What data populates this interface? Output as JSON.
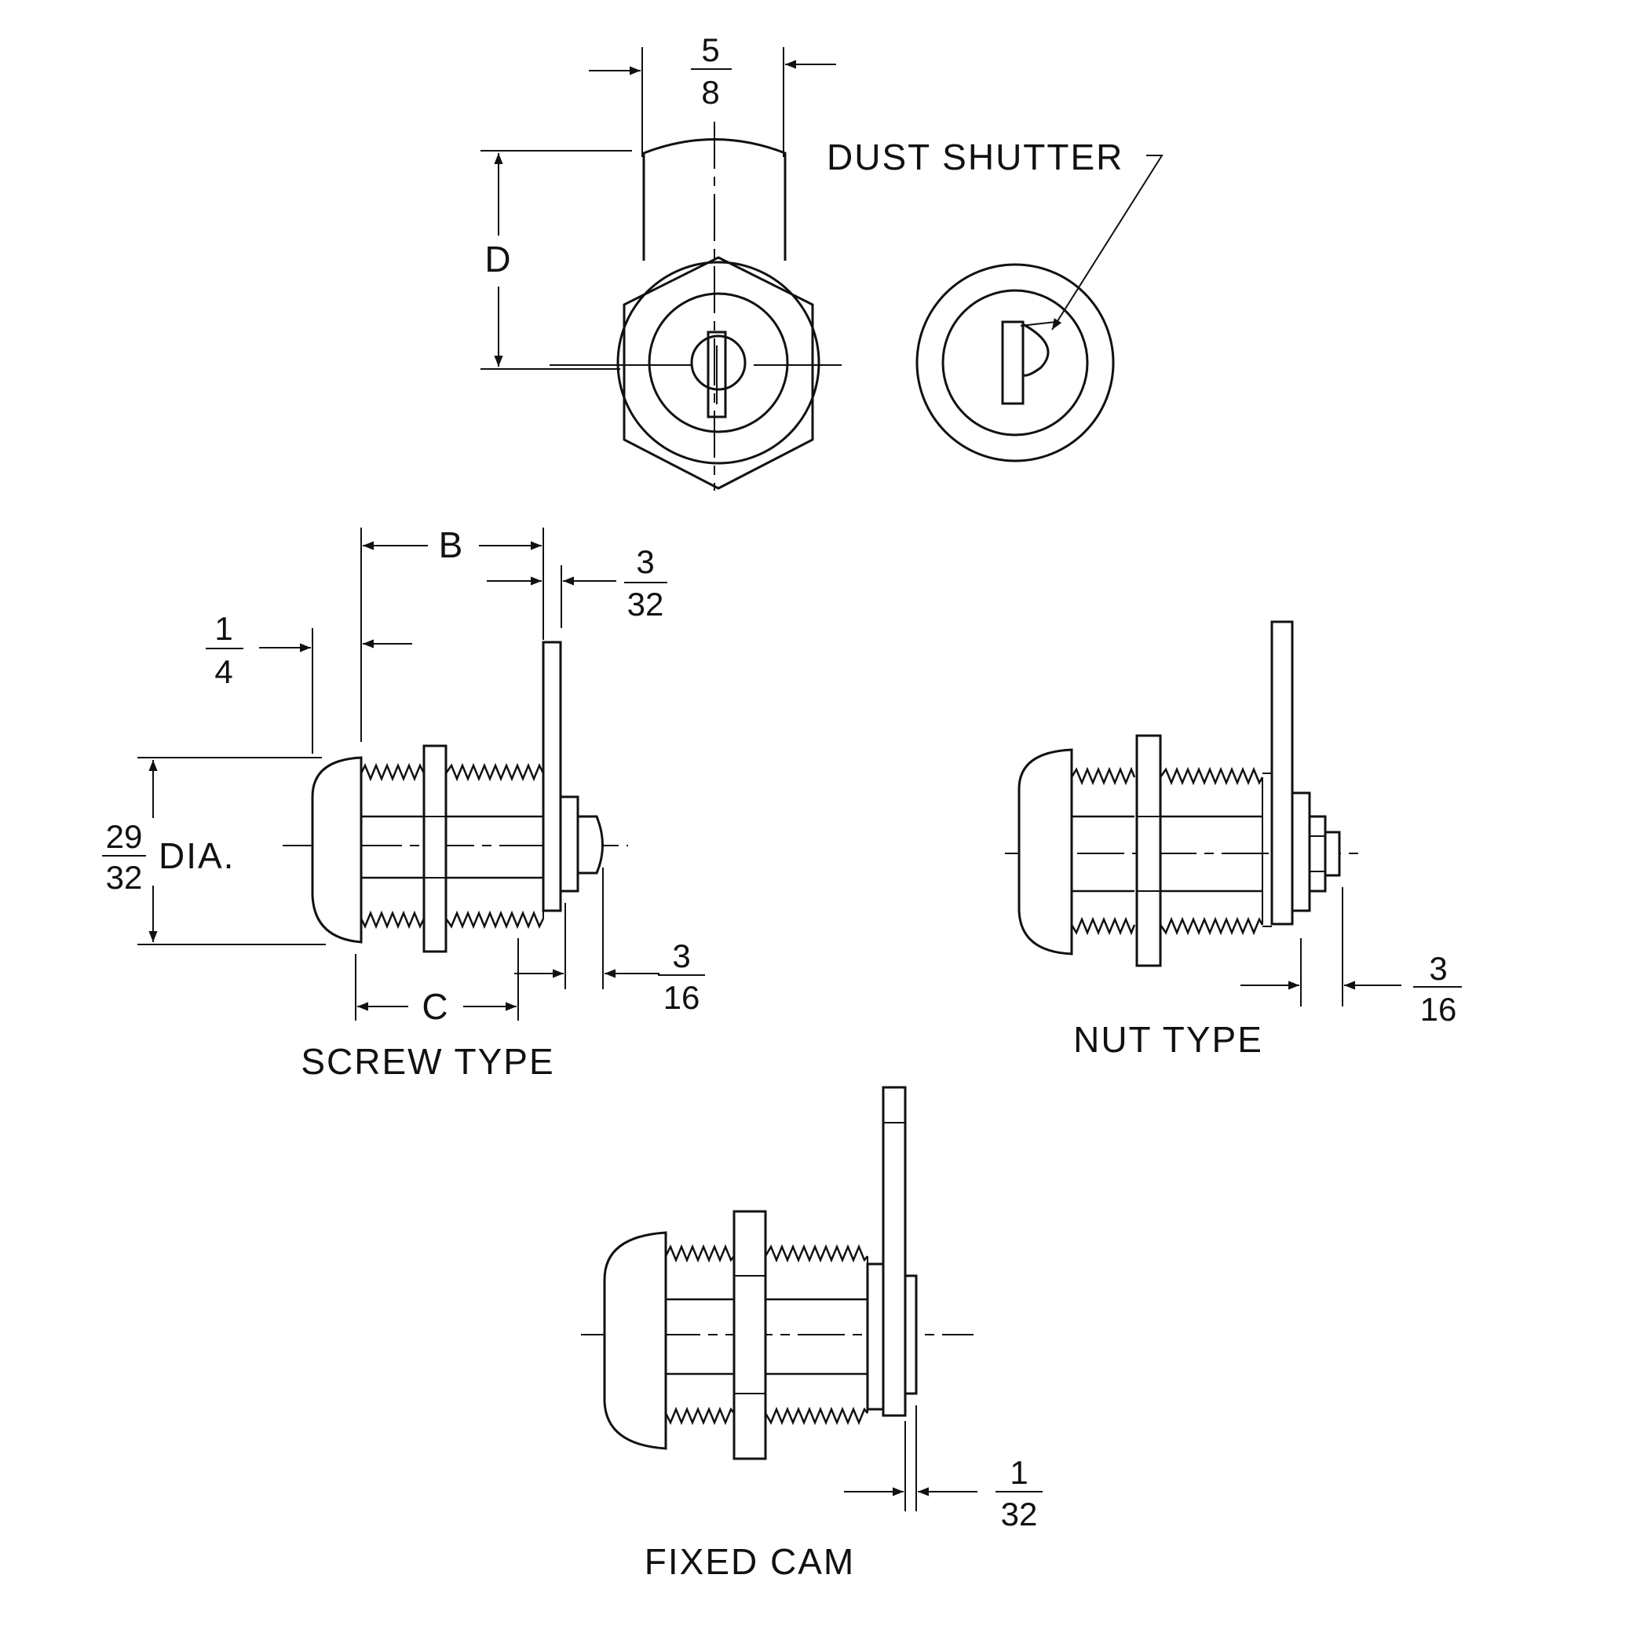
{
  "labels": {
    "dust_shutter": "DUST SHUTTER",
    "screw_type": "SCREW TYPE",
    "nut_type": "NUT TYPE",
    "fixed_cam": "FIXED CAM",
    "dia": "DIA.",
    "dim_b": "B",
    "dim_c": "C",
    "dim_d": "D"
  },
  "dimensions": {
    "face_width": {
      "num": "5",
      "den": "8"
    },
    "cam_thickness": {
      "num": "3",
      "den": "32"
    },
    "head_depth": {
      "num": "1",
      "den": "4"
    },
    "diameter": {
      "num": "29",
      "den": "32"
    },
    "screw_tail": {
      "num": "3",
      "den": "16"
    },
    "nut_tail": {
      "num": "3",
      "den": "16"
    },
    "fixed_cam_gap": {
      "num": "1",
      "den": "32"
    }
  }
}
